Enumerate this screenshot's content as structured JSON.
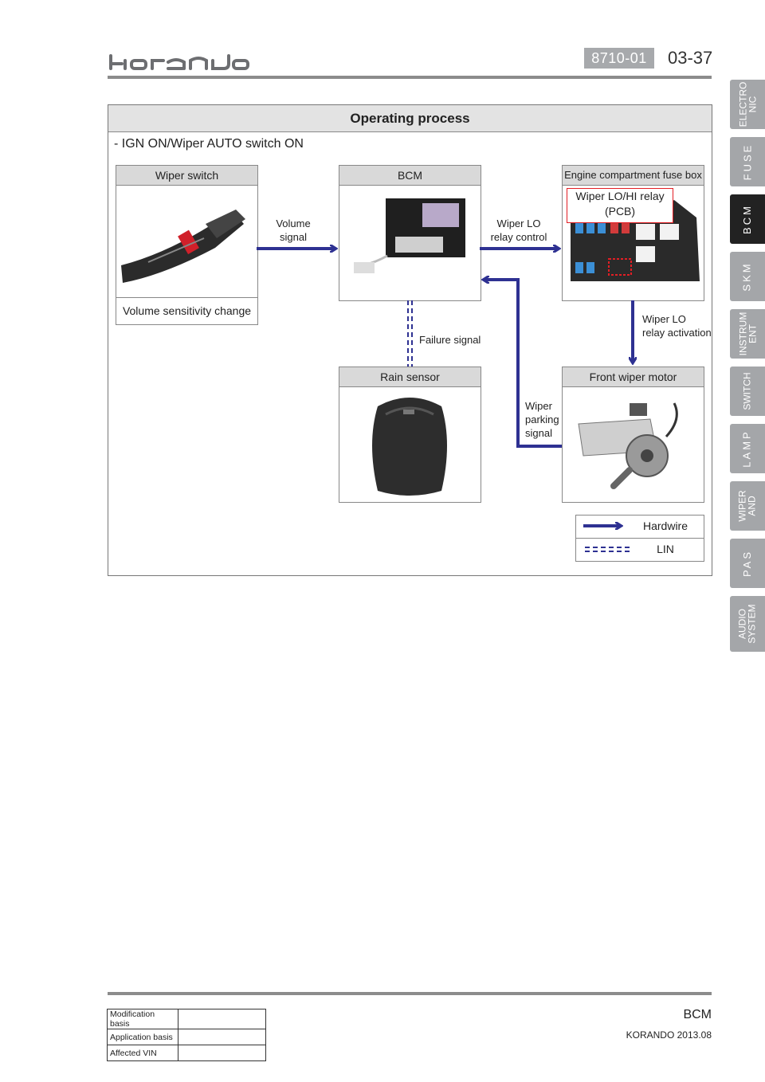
{
  "header": {
    "code": "8710-01",
    "page": "03-37"
  },
  "tabs": [
    {
      "label": "ELECTRO\nNIC"
    },
    {
      "label": "FUSE"
    },
    {
      "label": "BCM"
    },
    {
      "label": "SKM"
    },
    {
      "label": "INSTRUM\nENT"
    },
    {
      "label": "SWITCH"
    },
    {
      "label": "LAMP"
    },
    {
      "label": "WIPER\nAND"
    },
    {
      "label": "PAS"
    },
    {
      "label": "AUDIO\nSYSTEM"
    }
  ],
  "active_tab": "BCM",
  "diagram": {
    "title": "Operating process",
    "subtitle": "- IGN ON/Wiper AUTO switch ON",
    "wiper_switch": {
      "title": "Wiper switch",
      "caption": "Volume sensitivity change"
    },
    "bcm": {
      "title": "BCM"
    },
    "fuse_box": {
      "title": "Engine compartment fuse box",
      "relay_label_1": "Wiper LO/HI relay",
      "relay_label_2": "(PCB)"
    },
    "rain_sensor": {
      "title": "Rain sensor"
    },
    "wiper_motor": {
      "title": "Front wiper motor"
    },
    "signals": {
      "volume_1": "Volume",
      "volume_2": "signal",
      "relay_ctrl_1": "Wiper LO",
      "relay_ctrl_2": "relay control",
      "relay_act_1": "Wiper LO",
      "relay_act_2": "relay activation",
      "failure": "Failure signal",
      "parking_1": "Wiper",
      "parking_2": "parking",
      "parking_3": "signal"
    },
    "legend": {
      "hardwire": "Hardwire",
      "lin": "LIN"
    },
    "colors": {
      "wire": "#2e3192",
      "relay_highlight": "#e31e24"
    }
  },
  "footer": {
    "title": "BCM",
    "subtitle": "KORANDO 2013.08",
    "rows": [
      {
        "label": "Modification basis",
        "value": ""
      },
      {
        "label": "Application basis",
        "value": ""
      },
      {
        "label": "Affected VIN",
        "value": ""
      }
    ]
  }
}
